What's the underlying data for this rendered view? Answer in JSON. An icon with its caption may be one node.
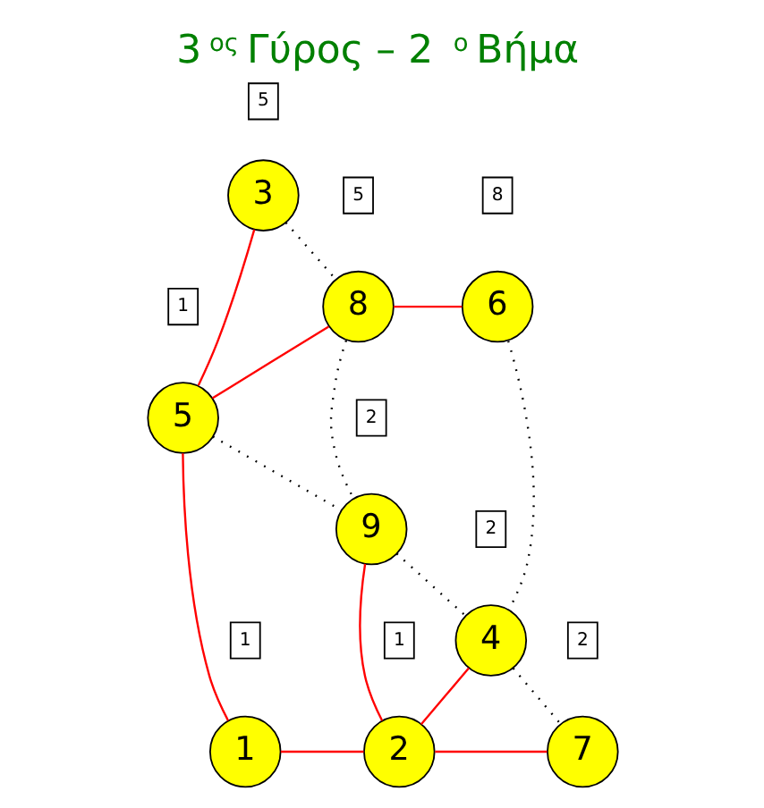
{
  "diagram": {
    "title": "3$^{ος}$ Γύρος – 2$^{ο}$ Βήμα",
    "nodes": [
      {
        "text": [
          "3"
        ]
      },
      {
        "text": [
          "5"
        ]
      },
      {
        "text": [
          "8"
        ]
      },
      {
        "text": [
          "5"
        ]
      },
      {
        "text": [
          "6"
        ]
      },
      {
        "text": [
          "8"
        ]
      },
      {
        "text": [
          "5"
        ]
      },
      {
        "text": [
          "1"
        ]
      },
      {
        "text": [
          "9"
        ]
      },
      {
        "text": [
          "2"
        ]
      },
      {
        "text": [
          "4"
        ]
      },
      {
        "text": [
          "2"
        ]
      },
      {
        "text": [
          "1"
        ]
      },
      {
        "text": [
          "1"
        ]
      },
      {
        "text": [
          "2"
        ]
      },
      {
        "text": [
          "1"
        ]
      },
      {
        "text": [
          "7"
        ]
      },
      {
        "text": [
          "2"
        ]
      }
    ],
    "edges": [
      {
        "from": 0,
        "to": 6,
        "arrow": "none"
      },
      {
        "from": 0,
        "to": 2,
        "arrow": "none",
        "style": "dashed",
        "color": "#000000"
      },
      {
        "from": 2,
        "to": 4,
        "arrow": "none"
      },
      {
        "from": 2,
        "to": 6,
        "arrow": "none"
      },
      {
        "from": 2,
        "to": 8,
        "arrow": "none",
        "style": "dashed",
        "color": "#000000"
      },
      {
        "from": 4,
        "to": 10,
        "arrow": "none",
        "style": "dashed",
        "color": "#000000"
      },
      {
        "from": 6,
        "to": 8,
        "arrow": "none",
        "style": "dashed",
        "color": "#000000"
      },
      {
        "from": 6,
        "to": 12,
        "arrow": "none"
      },
      {
        "from": 8,
        "to": 10,
        "arrow": "none",
        "style": "dashed",
        "color": "#000000"
      },
      {
        "from": 8,
        "to": 14,
        "arrow": "none"
      },
      {
        "from": 10,
        "to": 14,
        "arrow": "none"
      },
      {
        "from": 10,
        "to": 16,
        "arrow": "none",
        "style": "dashed",
        "color": "#000000"
      },
      {
        "from": 12,
        "to": 14,
        "arrow": "none"
      },
      {
        "from": 14,
        "to": 16,
        "arrow": "none"
      }
    ]
  }
}
